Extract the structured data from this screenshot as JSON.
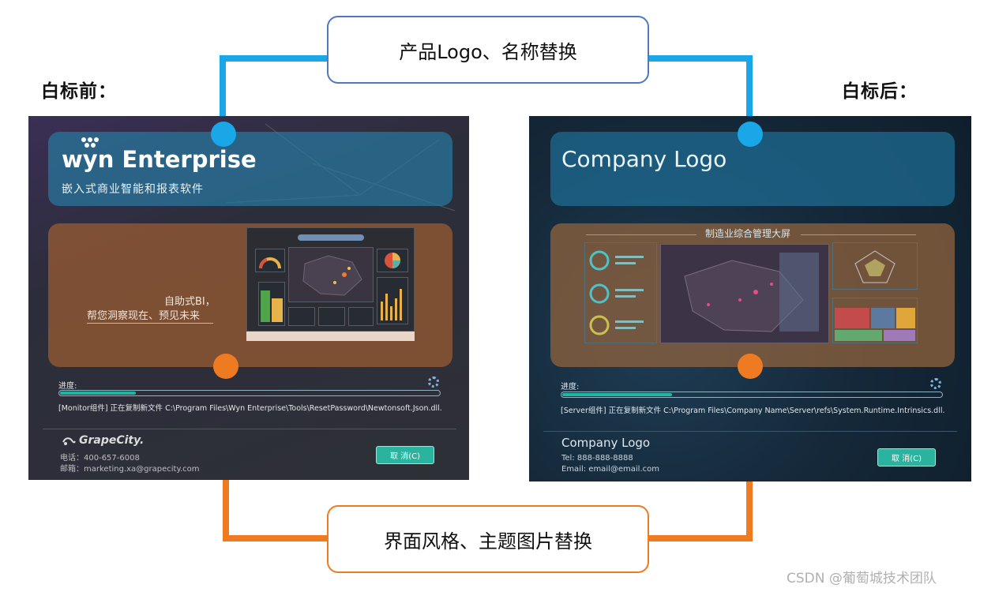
{
  "callout_top": "产品Logo、名称替换",
  "callout_bottom": "界面风格、主题图片替换",
  "before_label": "白标前：",
  "after_label": "白标后：",
  "watermark": "CSDN @葡萄城技术团队",
  "before": {
    "logo_text": "wyn Enterprise",
    "subtitle": "嵌入式商业智能和报表软件",
    "slogan_line1": "自助式BI，",
    "slogan_line2": "帮您洞察现在、预见未来",
    "progress_label": "进度:",
    "progress": 0.2,
    "status": "[Monitor组件] 正在复制新文件 C:\\Program Files\\Wyn Enterprise\\Tools\\ResetPassword\\Newtonsoft.Json.dll.",
    "company": "GrapeCity.",
    "phone": "电话：400-657-6008",
    "email": "邮箱：marketing.xa@grapecity.com",
    "cancel": "取 消(C)"
  },
  "after": {
    "logo_text": "Company Logo",
    "dashboard_title": "制造业综合管理大屏",
    "progress_label": "进度:",
    "progress": 0.29,
    "status": "[Server组件] 正在复制新文件 C:\\Program Files\\Company Name\\Server\\refs\\System.Runtime.Intrinsics.dll.",
    "company": "Company Logo",
    "phone": "Tel: 888-888-8888",
    "email": "Email: email@email.com",
    "cancel": "取 消(C)"
  },
  "colors": {
    "blue_connector": "#1aa7e8",
    "orange_connector": "#ee7b22",
    "callout_top_border": "#4f79bd",
    "callout_bottom_border": "#ee7b22"
  }
}
